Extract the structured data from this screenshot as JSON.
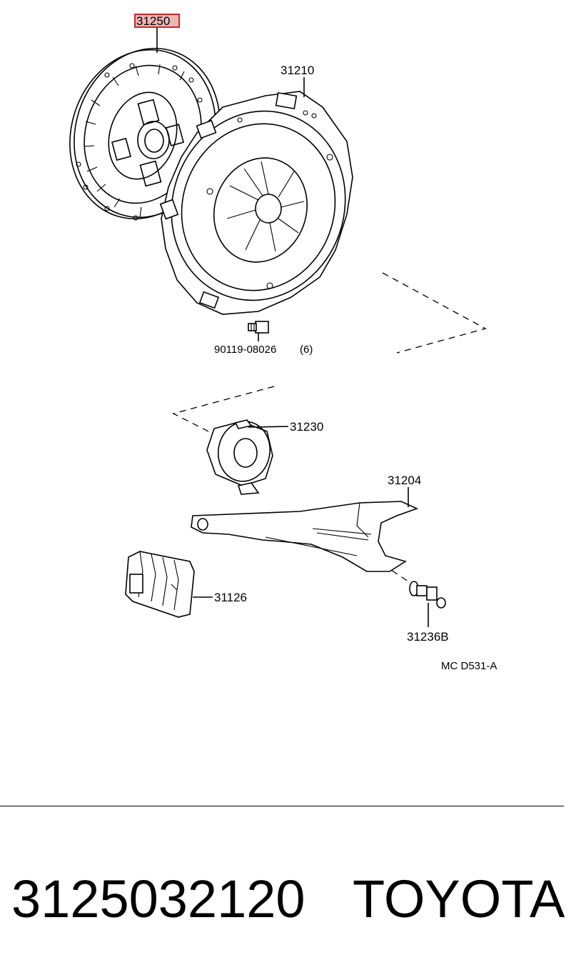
{
  "diagram": {
    "highlighted_callout": "31250",
    "callouts": {
      "clutch_disc": "31250",
      "clutch_cover": "31210",
      "cover_bolt": "90119-08026",
      "cover_bolt_qty": "(6)",
      "release_bearing": "31230",
      "release_fork": "31204",
      "fork_boot": "31126",
      "fork_support": "31236B"
    },
    "drawing_code": "MC D531-A",
    "highlight_color": "#cc2a2a"
  },
  "footer": {
    "part_number": "3125032120",
    "brand": "TOYOTA"
  }
}
